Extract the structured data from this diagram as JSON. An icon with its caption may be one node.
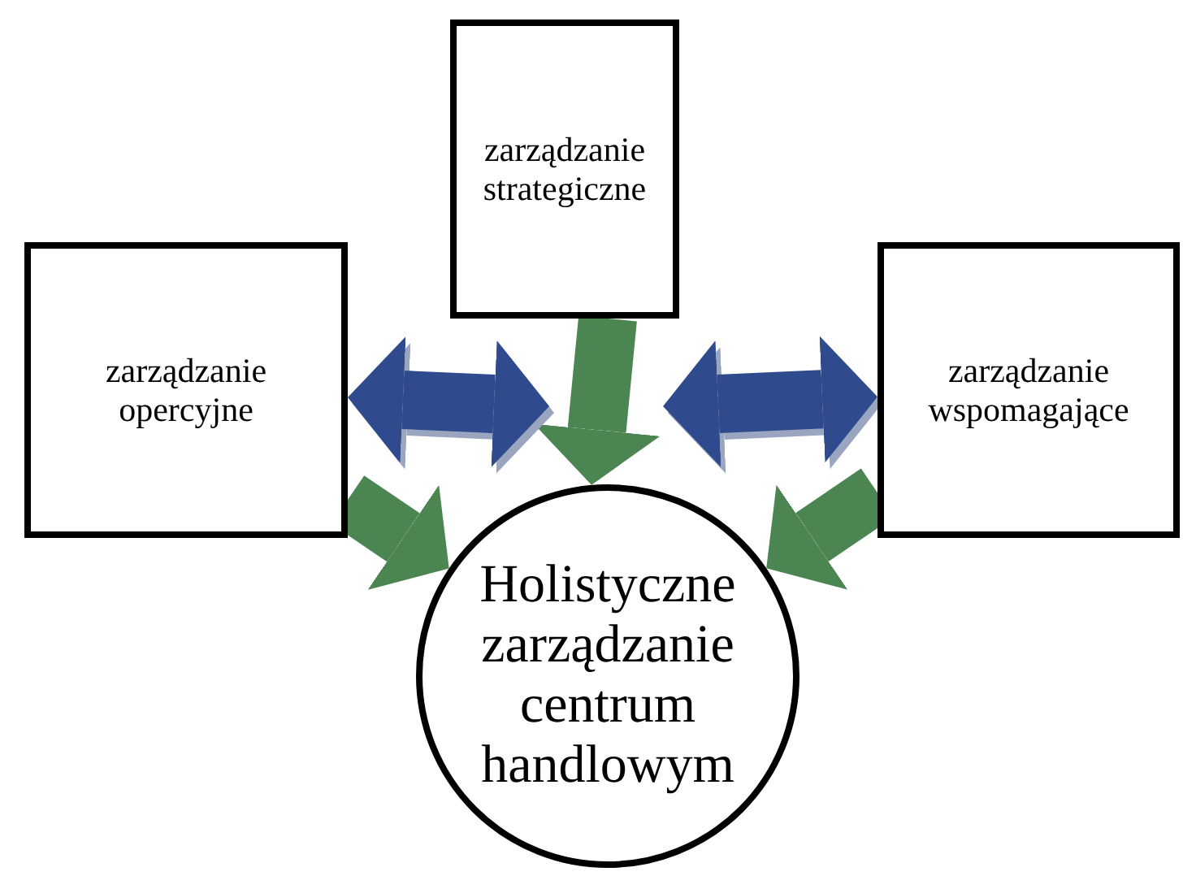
{
  "diagram": {
    "nodes": [
      {
        "text": [
          "zarządzanie strategiczne"
        ]
      },
      {
        "text": [
          "zarządzanie opercyjne"
        ]
      },
      {
        "text": [
          "zarządzanie wspomagające"
        ]
      },
      {
        "text": [
          "Holistyczne zarządzanie centrum handlowym"
        ]
      }
    ],
    "edges": [
      {
        "from": 0,
        "to": 3,
        "arrow": "to"
      },
      {
        "from": 1,
        "to": 3,
        "arrow": "to"
      },
      {
        "from": 2,
        "to": 3,
        "arrow": "to"
      },
      {
        "from": 1,
        "to": 0,
        "arrow": "both",
        "color": "#2f4b8d"
      },
      {
        "from": 0,
        "to": 2,
        "arrow": "both",
        "color": "#2f4b8d"
      }
    ]
  }
}
